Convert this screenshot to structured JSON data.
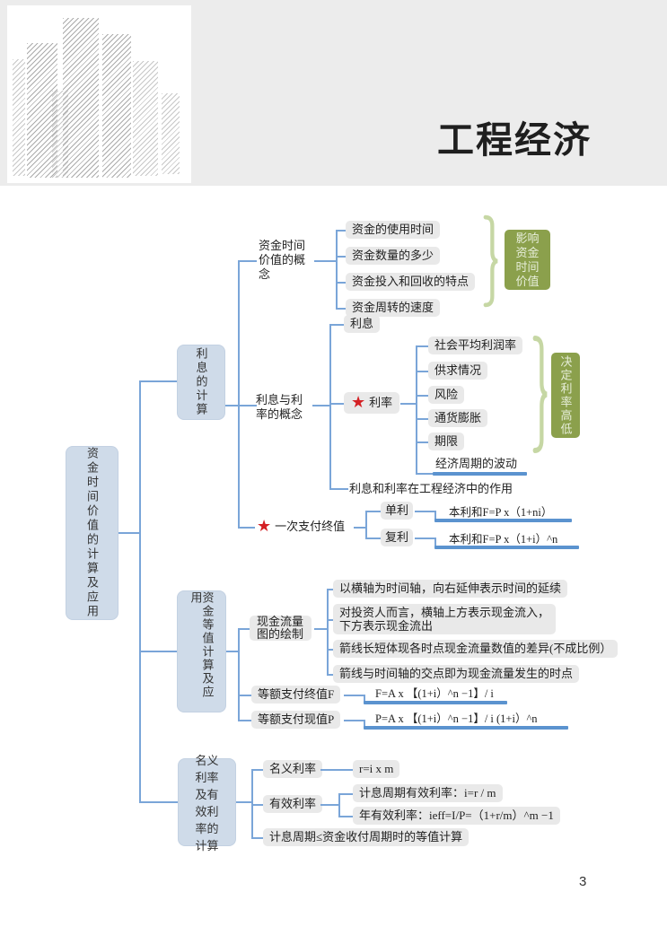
{
  "header": {
    "title": "工程经济"
  },
  "footer": {
    "page_number": "3"
  },
  "colors": {
    "header_bg": "#ececec",
    "node_blue": "#cfdbe9",
    "leaf_gray": "#e9e9e9",
    "line_blue": "#7aa5d8",
    "underline_blue": "#5b93cf",
    "green_box": "#8ba04c",
    "green_brace": "#c6d7a4",
    "star_red": "#d42024"
  },
  "root": {
    "label": "资金时间价值的计算及应用"
  },
  "branch1": {
    "label": "利息的计算",
    "concept": {
      "label": "资金时间价值的概念",
      "items": [
        "资金的使用时间",
        "资金数量的多少",
        "资金投入和回收的特点",
        "资金周转的速度"
      ],
      "effect": "影响资金时间价值"
    },
    "interest_concept": {
      "label": "利息与利率的概念",
      "interest": "利息",
      "rate": {
        "label": "利率",
        "factors": [
          "社会平均利润率",
          "供求情况",
          "风险",
          "通货膨胀",
          "期限",
          "经济周期的波动"
        ],
        "effect": "决定利率高低"
      },
      "role": "利息和利率在工程经济中的作用"
    },
    "single_payment": {
      "label": "一次支付终值",
      "simple": {
        "label": "单利",
        "formula": "本利和F=P x（1+ni）"
      },
      "compound": {
        "label": "复利",
        "formula": "本利和F=P x（1+i）^n"
      }
    }
  },
  "branch2": {
    "label": "资金等值计算及应用",
    "cashflow": {
      "label": "现金流量图的绘制",
      "items": [
        "以横轴为时间轴，向右延伸表示时间的延续",
        "对投资人而言，横轴上方表示现金流入，\n下方表示现金流出",
        "箭线长短体现各时点现金流量数值的差异(不成比例）",
        "箭线与时间轴的交点即为现金流量发生的时点"
      ]
    },
    "annuity_f": {
      "label": "等额支付终值F",
      "formula": "F=A x 【(1+i）^n −1】/ i"
    },
    "annuity_p": {
      "label": "等额支付现值P",
      "formula": "P=A x 【(1+i）^n −1】/ i (1+i）^n"
    }
  },
  "branch3": {
    "label": "名义利率及有效利率的计算",
    "nominal": {
      "label": "名义利率",
      "formula": "r=i x m"
    },
    "effective": {
      "label": "有效利率",
      "period_rate": "计息周期有效利率：i=r / m",
      "annual_rate": "年有效利率：ieff=I/P=（1+r/m）^m −1"
    },
    "equivalence": "计息周期≤资金收付周期时的等值计算"
  }
}
